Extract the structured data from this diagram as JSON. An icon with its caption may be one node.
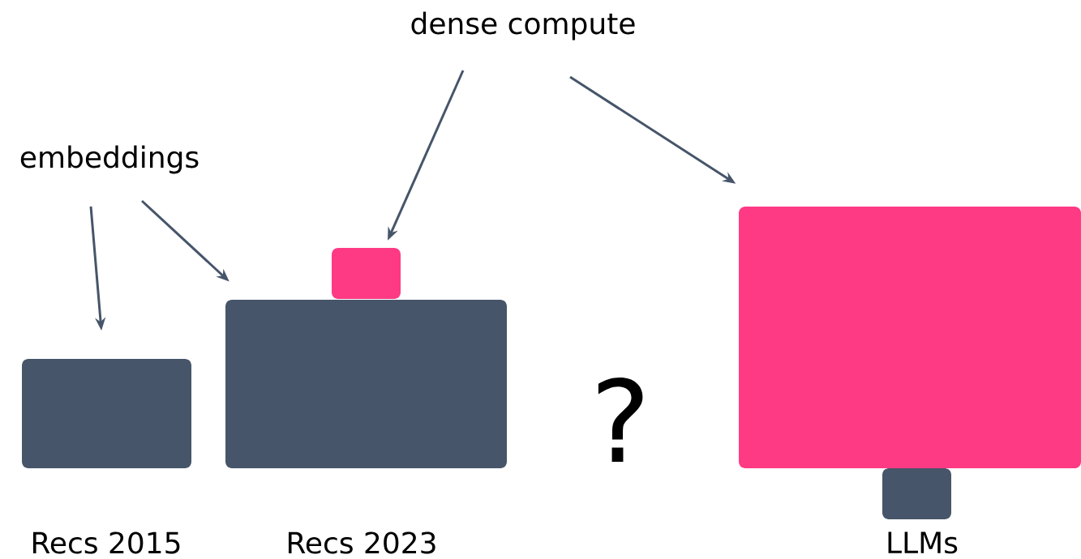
{
  "diagram": {
    "nodes": [
      {
        "text": [
          "embeddings"
        ]
      },
      {
        "text": [
          "dense compute"
        ]
      },
      {
        "text": [],
        "shape": "box"
      },
      {
        "text": [],
        "shape": "box"
      },
      {
        "text": [],
        "shape": "box"
      },
      {
        "text": [],
        "shape": "box"
      },
      {
        "text": [],
        "shape": "box"
      }
    ],
    "edges": [
      {
        "from": 0,
        "to": 2,
        "arrow": "to"
      },
      {
        "from": 0,
        "to": 3,
        "arrow": "to"
      },
      {
        "from": 1,
        "to": 4,
        "arrow": "to"
      },
      {
        "from": 1,
        "to": 5,
        "arrow": "to"
      }
    ],
    "labels": [
      "?",
      "Recs 2015",
      "Recs 2023",
      "LLMs"
    ]
  }
}
